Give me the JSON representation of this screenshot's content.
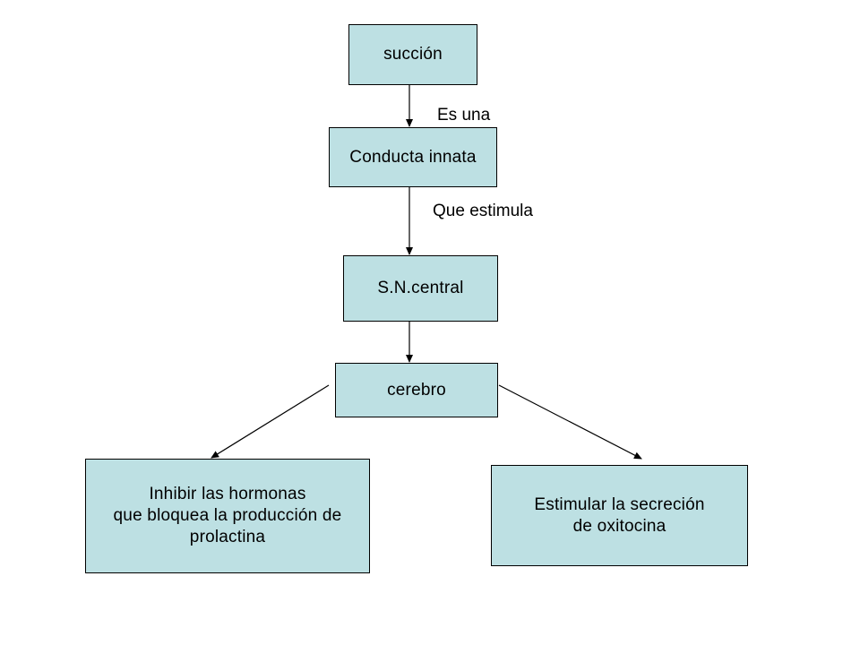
{
  "diagram": {
    "nodes": {
      "succion": "succión",
      "conducta": "Conducta innata",
      "snc": "S.N.central",
      "cerebro": "cerebro",
      "inhibir": "Inhibir las hormonas\nque bloquea la producción de\nprolactina",
      "estimular": "Estimular la secreción\nde oxitocina"
    },
    "edge_labels": {
      "es_una": "Es una",
      "que_estimula": "Que estimula"
    },
    "colors": {
      "node_fill": "#bde0e3",
      "node_border": "#000000",
      "arrow": "#000000"
    }
  }
}
